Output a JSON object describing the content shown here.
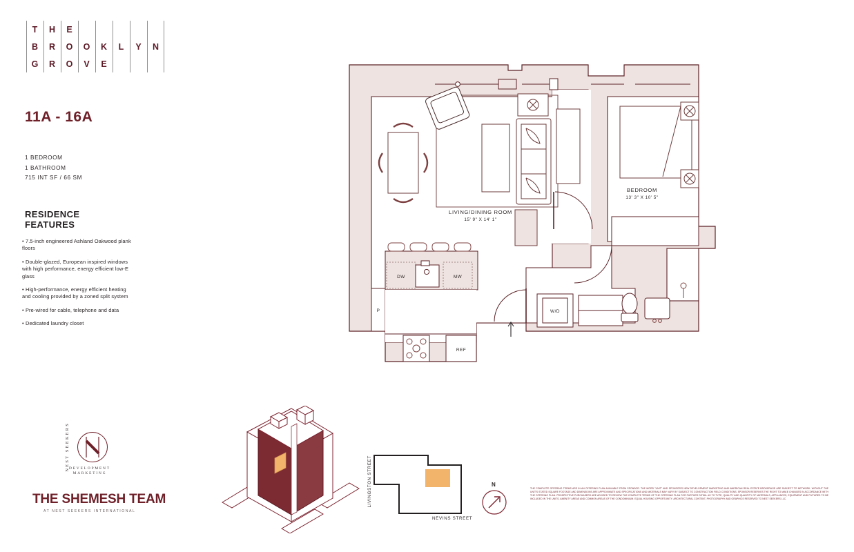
{
  "brand": {
    "logo_rows": [
      [
        "T",
        "H",
        "E",
        "",
        "",
        "",
        ""
      ],
      [
        "B",
        "R",
        "O",
        "O",
        "K",
        "L",
        "Y",
        "N"
      ],
      [
        "G",
        "R",
        "O",
        "V",
        "E",
        "",
        "",
        ""
      ]
    ],
    "name": "THE BROOKLYN GROVE"
  },
  "unit": {
    "title": "11A - 16A",
    "bedrooms": "1 BEDROOM",
    "bathrooms": "1 BATHROOM",
    "area": "715 INT SF / 66 SM"
  },
  "features": {
    "heading_line1": "RESIDENCE",
    "heading_line2": "FEATURES",
    "items": [
      "7.5-inch engineered Ashland Oakwood plank floors",
      "Double-glazed, European inspired windows with high performance, energy efficient low-E glass",
      "High-performance, energy efficient heating and cooling provided by a zoned split system",
      "Pre-wired for cable, telephone and data",
      "Dedicated laundry closet"
    ]
  },
  "floorplan": {
    "rooms": [
      {
        "name": "LIVING/DINING ROOM",
        "dims": "15' 9\" X 14' 1\""
      },
      {
        "name": "BEDROOM",
        "dims": "13' 3\" X 10' 5\""
      }
    ],
    "appliance_labels": {
      "dishwasher": "DW",
      "microwave": "MW",
      "pantry": "P",
      "refrigerator": "REF",
      "washer_dryer": "W/D"
    },
    "entry_marker": "↑",
    "colors": {
      "wall_fill": "#eee3e0",
      "outline": "#5c2226",
      "furniture_line": "#6e3b3b"
    }
  },
  "agency": {
    "vertical_text": "NEST SEEKERS",
    "monogram": "N",
    "sub_line1": "DEVELOPMENT",
    "sub_line2": "MARKETING",
    "team_name": "THE SHEMESH TEAM",
    "team_sub": "AT NEST SEEKERS INTERNATIONAL"
  },
  "sitemap": {
    "street_vertical": "LIVINGSTON STREET",
    "street_horizontal": "NEVINS STREET",
    "compass_label": "N",
    "unit_highlight_color": "#f2b46b"
  },
  "disclaimer": {
    "text": "THE COMPLETE OFFERING TERMS ARE IN AN OFFERING PLAN AVAILABLE FROM SPONSOR. THE WORD \"UNIT\" AND SPONSOR'S NEW DEVELOPMENT MARKETING AND AMERICAN REAL ESTATE BROKERAGE ARE SUBJECT TO NETWORK. WITHOUT THE UNIT'S STATED SQUARE FOOTAGE AND DIMENSIONS ARE APPROXIMATE AND SPECIFICATIONS AND MATERIALS MAY VARY BY SUBJECT TO CONSTRUCTION FIELD CONDITIONS. SPONSOR RESERVES THE RIGHT TO MAKE CHANGES IN ACCORDANCE WITH THE OFFERING PLAN. PROSPECTIVE PURCHASERS ARE ADVISED TO REVIEW THE COMPLETE TERMS OF THE OFFERING PLAN FOR FURTHER DETAIL AS TO TYPE, QUALITY AND QUANTITY OF MATERIALS, APPLIANCES, EQUIPMENT AND FIXTURES TO BE INCLUDED IN THE UNITS, AMENITY AREAS AND COMMON AREAS OF THE CONDOMINIUM. EQUAL HOUSING OPPORTUNITY. ARCHITECTURAL CONTENT, PHOTOGRAPHY AND GRAPHICS RESERVED TO NEST SEEKERS LLC."
  }
}
